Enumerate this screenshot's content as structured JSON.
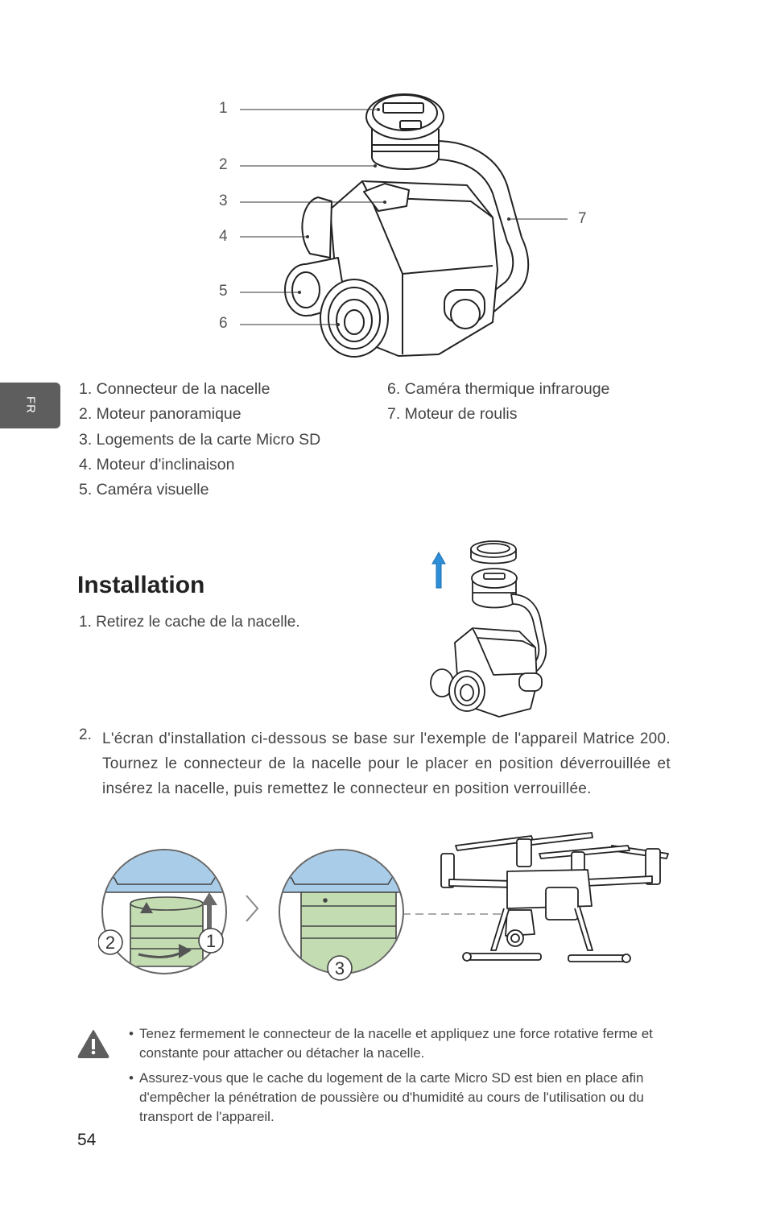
{
  "language_tab": "FR",
  "callouts": [
    "1",
    "2",
    "3",
    "4",
    "5",
    "6",
    "7"
  ],
  "legend": {
    "left": [
      "1. Connecteur de la nacelle",
      "2. Moteur panoramique",
      "3. Logements de la carte Micro SD",
      "4. Moteur d'inclinaison",
      "5. Caméra visuelle"
    ],
    "right": [
      "6. Caméra thermique infrarouge",
      "7. Moteur de roulis"
    ]
  },
  "installation": {
    "heading": "Installation",
    "step1": "1. Retirez le cache de la nacelle.",
    "step2_num": "2.",
    "step2": "L'écran d'installation ci-dessous se base sur l'exemple de l'appareil Matrice 200. Tournez le connecteur de la nacelle pour le placer en position déverrouillée et insérez la nacelle, puis remettez le connecteur en position verrouillée.",
    "markers": [
      "1",
      "2",
      "3"
    ]
  },
  "notes": [
    "Tenez fermement le connecteur de la nacelle et appliquez une force rotative ferme et constante pour attacher ou détacher la nacelle.",
    "Assurez-vous que le cache du logement de la carte Micro SD est bien en place afin d'empêcher la pénétration de poussière ou d'humidité au cours de l'utilisation ou du transport de l'appareil."
  ],
  "page_number": "54",
  "colors": {
    "tab": "#5e5e5e",
    "blue_arrow": "#2e8fd8",
    "mount_blue": "#a9cde9",
    "connector_green": "#c3dcb2"
  },
  "icons": {
    "warning": "warning-icon",
    "up_arrow": "up-arrow-icon",
    "chevron": "chevron-right-icon"
  }
}
